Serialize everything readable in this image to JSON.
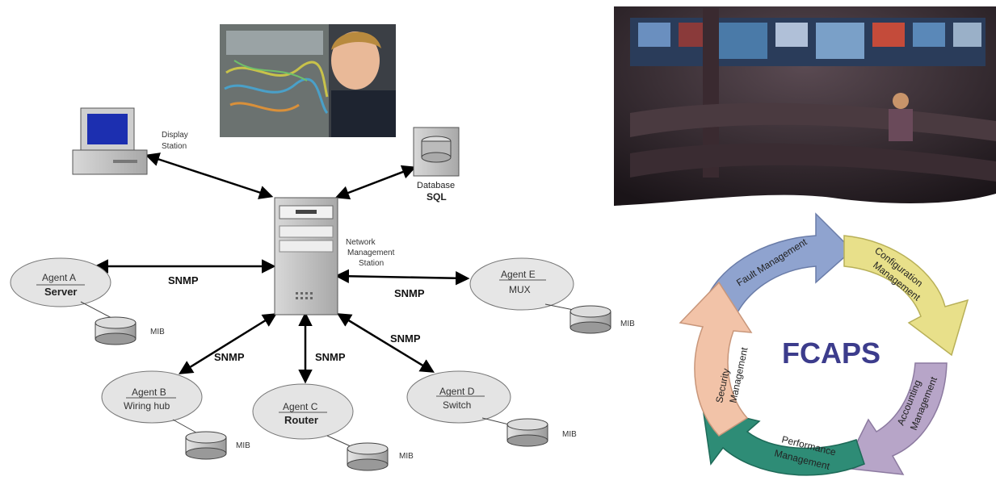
{
  "diagram": {
    "display_station": {
      "line1": "Display",
      "line2": "Station"
    },
    "database": {
      "line1": "Database",
      "line2": "SQL"
    },
    "nms": {
      "line1": "Network",
      "line2": "Management",
      "line3": "Station"
    },
    "protocol": "SNMP",
    "mib": "MIB",
    "agents": [
      {
        "name": "Agent A",
        "type": "Server"
      },
      {
        "name": "Agent B",
        "type": "Wiring hub"
      },
      {
        "name": "Agent C",
        "type": "Router"
      },
      {
        "name": "Agent D",
        "type": "Switch"
      },
      {
        "name": "Agent E",
        "type": "MUX"
      }
    ]
  },
  "fcaps": {
    "title": "FCAPS",
    "fault": "Fault Management",
    "configuration": [
      "Configuration",
      "Management"
    ],
    "accounting": [
      "Accounting",
      "Management"
    ],
    "performance": [
      "Performance",
      "Management"
    ],
    "security": [
      "Security",
      "Management"
    ]
  },
  "colors": {
    "fault": "#8fa3cf",
    "configuration": "#e8e08a",
    "accounting": "#b7a5c8",
    "performance": "#2e8c76",
    "security": "#f2c3a8",
    "title": "#3c3c8c"
  }
}
